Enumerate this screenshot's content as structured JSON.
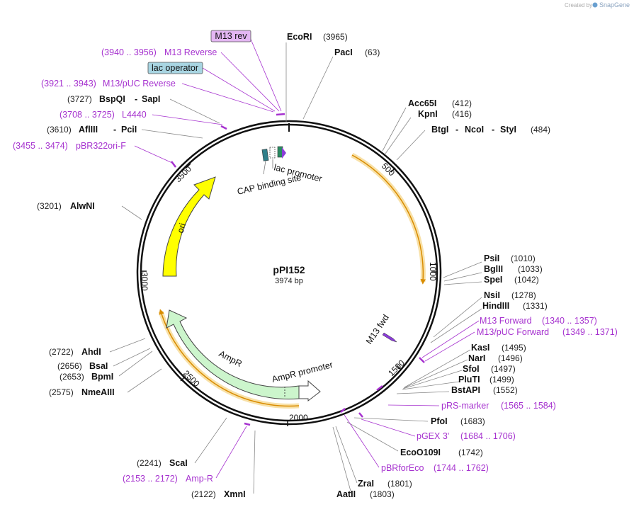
{
  "branding": {
    "created_by": "Created by",
    "product": "SnapGene"
  },
  "plasmid": {
    "name": "pPI152",
    "length": "3974 bp"
  },
  "ticks": [
    "500",
    "1000",
    "1500",
    "2000",
    "2500",
    "3000",
    "3500"
  ],
  "enzymes_top": [
    {
      "name": "EcoRI",
      "pos": "(3965)"
    },
    {
      "name": "PacI",
      "pos": "(63)"
    },
    {
      "name": "Acc65I",
      "pos": "(412)"
    },
    {
      "name": "KpnI",
      "pos": "(416)"
    },
    {
      "name": "BtgI",
      "pos": "(484)"
    },
    {
      "name": "NcoI",
      "pos": ""
    },
    {
      "name": "StyI",
      "pos": ""
    }
  ],
  "enzymes_right": [
    {
      "name": "PsiI",
      "pos": "(1010)"
    },
    {
      "name": "BglII",
      "pos": "(1033)"
    },
    {
      "name": "SpeI",
      "pos": "(1042)"
    },
    {
      "name": "NsiI",
      "pos": "(1278)"
    },
    {
      "name": "HindIII",
      "pos": "(1331)"
    },
    {
      "name": "KasI",
      "pos": "(1495)"
    },
    {
      "name": "NarI",
      "pos": "(1496)"
    },
    {
      "name": "SfoI",
      "pos": "(1497)"
    },
    {
      "name": "PluTI",
      "pos": "(1499)"
    },
    {
      "name": "BstAPI",
      "pos": "(1552)"
    },
    {
      "name": "PfoI",
      "pos": "(1683)"
    },
    {
      "name": "EcoO109I",
      "pos": "(1742)"
    },
    {
      "name": "ZraI",
      "pos": "(1801)"
    },
    {
      "name": "AatII",
      "pos": "(1803)"
    }
  ],
  "enzymes_left": [
    {
      "name": "BspQI",
      "pos": "(3727)"
    },
    {
      "name": "SapI",
      "pos": ""
    },
    {
      "name": "AflIII",
      "pos": "(3610)"
    },
    {
      "name": "PciI",
      "pos": ""
    },
    {
      "name": "AlwNI",
      "pos": "(3201)"
    },
    {
      "name": "AhdI",
      "pos": "(2722)"
    },
    {
      "name": "BsaI",
      "pos": "(2656)"
    },
    {
      "name": "BpmI",
      "pos": "(2653)"
    },
    {
      "name": "NmeAIII",
      "pos": "(2575)"
    },
    {
      "name": "ScaI",
      "pos": "(2241)"
    },
    {
      "name": "XmnI",
      "pos": "(2122)"
    }
  ],
  "primers": [
    {
      "name": "M13 Reverse",
      "range": "(3940 .. 3956)"
    },
    {
      "name": "M13/pUC Reverse",
      "range": "(3921 .. 3943)"
    },
    {
      "name": "L4440",
      "range": "(3708 .. 3725)"
    },
    {
      "name": "pBR322ori-F",
      "range": "(3455 .. 3474)"
    },
    {
      "name": "M13 Forward",
      "range": "(1340 .. 1357)"
    },
    {
      "name": "M13/pUC Forward",
      "range": "(1349 .. 1371)"
    },
    {
      "name": "pRS-marker",
      "range": "(1565 .. 1584)"
    },
    {
      "name": "pGEX 3'",
      "range": "(1684 .. 1706)"
    },
    {
      "name": "pBRforEco",
      "range": "(1744 .. 1762)"
    },
    {
      "name": "Amp-R",
      "range": "(2153 .. 2172)"
    }
  ],
  "boxed_features": [
    {
      "name": "M13 rev",
      "color": "#e3b6f2"
    },
    {
      "name": "lac operator",
      "color": "#a8d5e2"
    }
  ],
  "features": {
    "ori": "ori",
    "ampr": "AmpR",
    "ampr_promoter": "AmpR promoter",
    "lac_promoter": "lac promoter",
    "cap_site": "CAP binding site",
    "m13_fwd": "M13 fwd"
  },
  "colors": {
    "primer": "#a632cf",
    "ori_fill": "#ffff00",
    "ampr_fill": "#ccf5cc",
    "orf_stroke": "#d98c00",
    "orf_halo": "#f8e1a8"
  }
}
